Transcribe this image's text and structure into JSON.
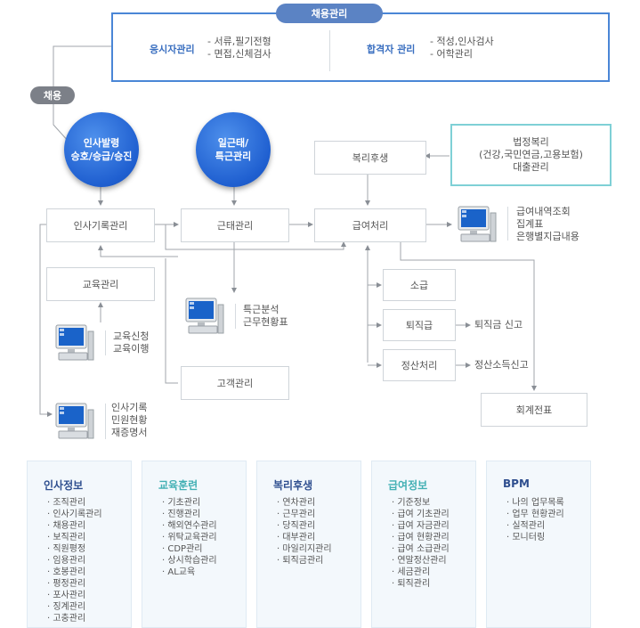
{
  "header": {
    "title": "채용관리",
    "applicant_label": "응시자관리",
    "applicant_items": [
      "- 서류,필기전형",
      "- 면접,신체검사"
    ],
    "passer_label": "합격자 관리",
    "passer_items": [
      "- 적성,인사검사",
      "- 어학관리"
    ]
  },
  "hire_pill": "채용",
  "circles": {
    "appoint": [
      "인사발령",
      "승호/승급/승진"
    ],
    "attendance": [
      "일근태/",
      "특근관리"
    ]
  },
  "boxes": {
    "personnel_record": "인사기록관리",
    "attendance_mgmt": "근태관리",
    "payroll": "급여처리",
    "welfare": "복리후생",
    "education": "교육관리",
    "customer": "고객관리",
    "retro_pay": "소급",
    "severance": "퇴직급",
    "settlement": "정산처리",
    "accounting": "회계전표"
  },
  "legal_welfare": [
    "법정복리",
    "(건강,국민연금,고용보험)",
    "대출관리"
  ],
  "outputs": {
    "payroll": [
      "급여내역조회",
      "집계표",
      "은행별지급내용"
    ],
    "overtime": [
      "특근분석",
      "근무현황표"
    ],
    "education": [
      "교육신청",
      "교육이행"
    ],
    "personnel": [
      "인사기록",
      "민원현황",
      "재증명서"
    ],
    "severance_report": "퇴직금 신고",
    "tax_settlement": "정산소득신고"
  },
  "panels": [
    {
      "title": "인사정보",
      "style": "blue",
      "items": [
        "조직관리",
        "인사기록관리",
        "채용관리",
        "보직관리",
        "직원평정",
        "임용관리",
        "호봉관리",
        "평정관리",
        "포사관리",
        "징계관리",
        "고충관리"
      ]
    },
    {
      "title": "교육훈련",
      "style": "teal",
      "items": [
        "기초관리",
        "진행관리",
        "해외연수관리",
        "위탁교육관리",
        "CDP관리",
        "상시학습관리",
        "AL교육"
      ]
    },
    {
      "title": "복리후생",
      "style": "blue",
      "items": [
        "연차관리",
        "근무관리",
        "당직관리",
        "대부관리",
        "마일리지관리",
        "퇴직금관리"
      ]
    },
    {
      "title": "급여정보",
      "style": "teal",
      "items": [
        "기준정보",
        "급여 기초관리",
        "급여 자금관리",
        "급여 현황관리",
        "급여 소급관리",
        "연말정산관리",
        "세금관리",
        "퇴직관리"
      ]
    },
    {
      "title": "BPM",
      "style": "blue",
      "items": [
        "나의 업무목록",
        "업무 현황관리",
        "실적관리",
        "모니터링"
      ]
    }
  ]
}
